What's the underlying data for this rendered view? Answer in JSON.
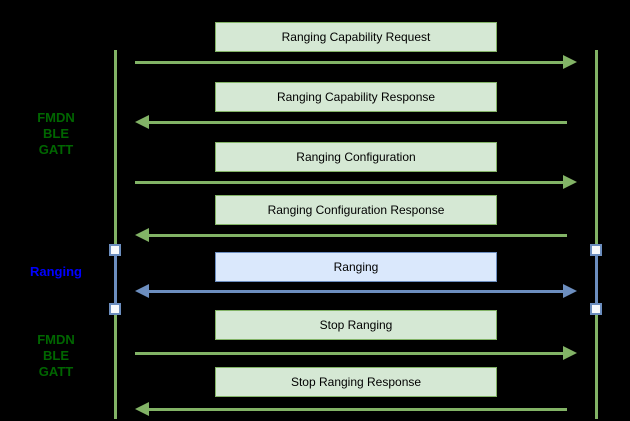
{
  "side_labels": [
    {
      "lines": [
        "FMDN",
        "BLE",
        "GATT"
      ],
      "color": "#006600"
    },
    {
      "lines": [
        "Ranging"
      ],
      "color": "#0000ff"
    },
    {
      "lines": [
        "FMDN",
        "BLE",
        "GATT"
      ],
      "color": "#006600"
    }
  ],
  "messages": [
    {
      "label": "Ranging Capability Request",
      "direction": "right",
      "style": "green"
    },
    {
      "label": "Ranging Capability Response",
      "direction": "left",
      "style": "green"
    },
    {
      "label": "Ranging Configuration",
      "direction": "right",
      "style": "green"
    },
    {
      "label": "Ranging Configuration Response",
      "direction": "left",
      "style": "green"
    },
    {
      "label": "Ranging",
      "direction": "both",
      "style": "blue"
    },
    {
      "label": "Stop Ranging",
      "direction": "right",
      "style": "green"
    },
    {
      "label": "Stop Ranging Response",
      "direction": "left",
      "style": "green"
    }
  ],
  "colors": {
    "background": "#000000",
    "green_box_fill": "#d5e8d4",
    "green_stroke": "#82b366",
    "blue_box_fill": "#dae8fc",
    "blue_stroke": "#6c8ebf",
    "gatt_label_text": "#006600",
    "ranging_label_text": "#0000ff",
    "message_text": "#000000",
    "endpoint_marker_fill": "#f8fafd"
  }
}
